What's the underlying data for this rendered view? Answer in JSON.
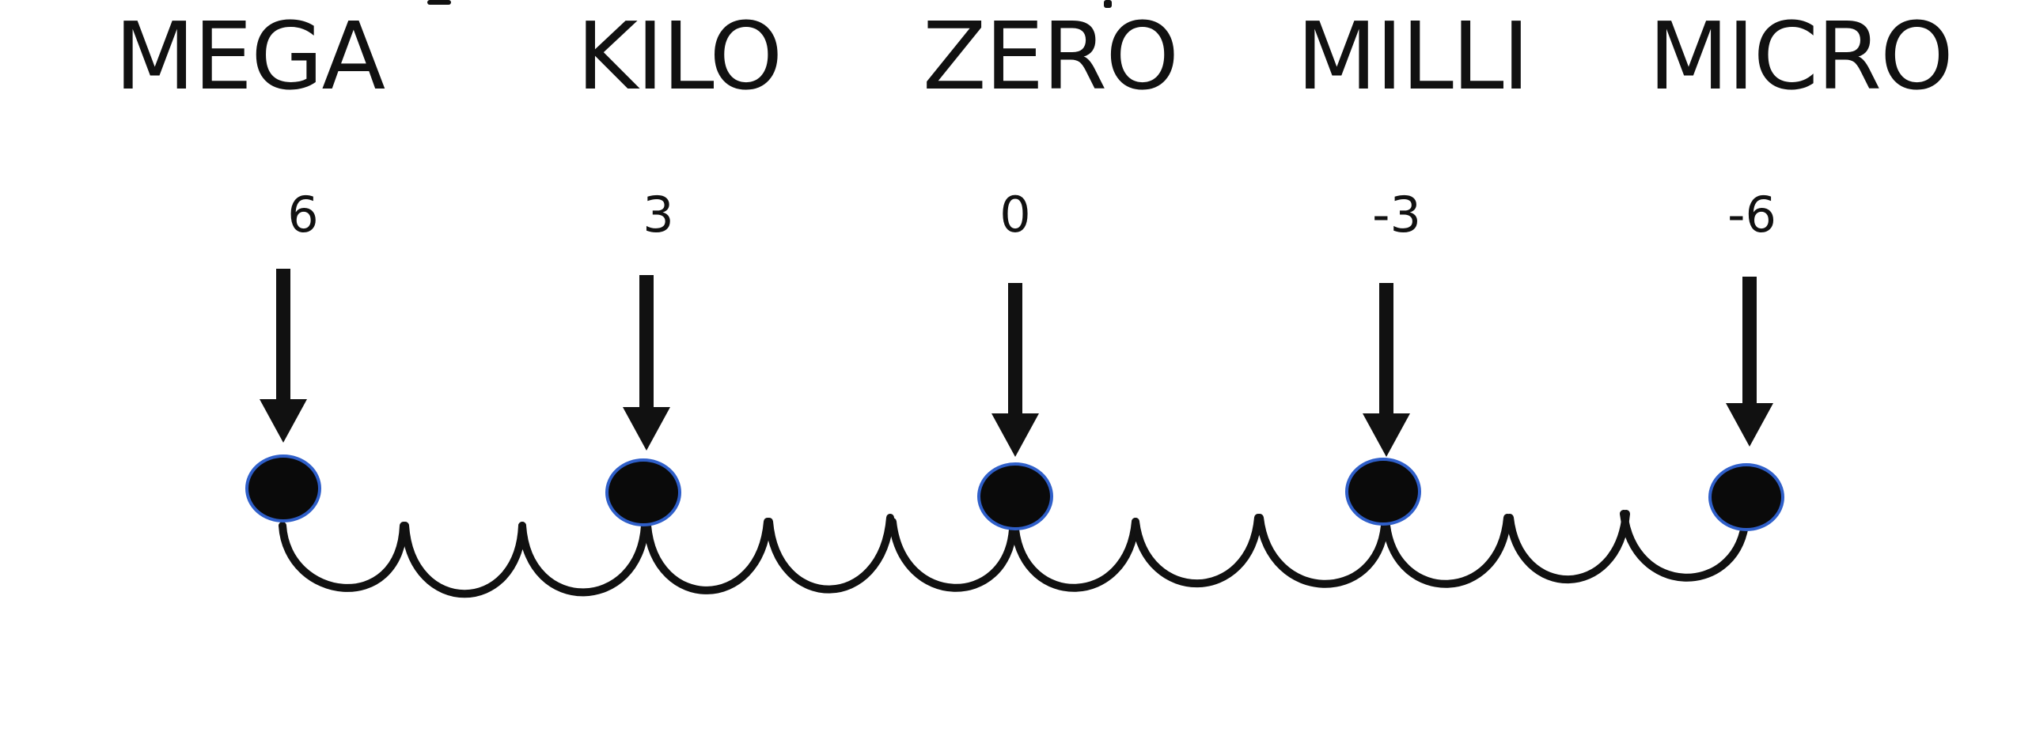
{
  "prefixes": [
    {
      "name": "MEGA",
      "exponent": "6"
    },
    {
      "name": "KILO",
      "exponent": "3"
    },
    {
      "name": "ZERO",
      "exponent": "0"
    },
    {
      "name": "MILLI",
      "exponent": "-3"
    },
    {
      "name": "MICRO",
      "exponent": "-6"
    }
  ],
  "colors": {
    "ink": "#111111",
    "dot_fill": "#0a0a0a",
    "dot_outline": "#2f5fc9",
    "background": "#ffffff"
  }
}
